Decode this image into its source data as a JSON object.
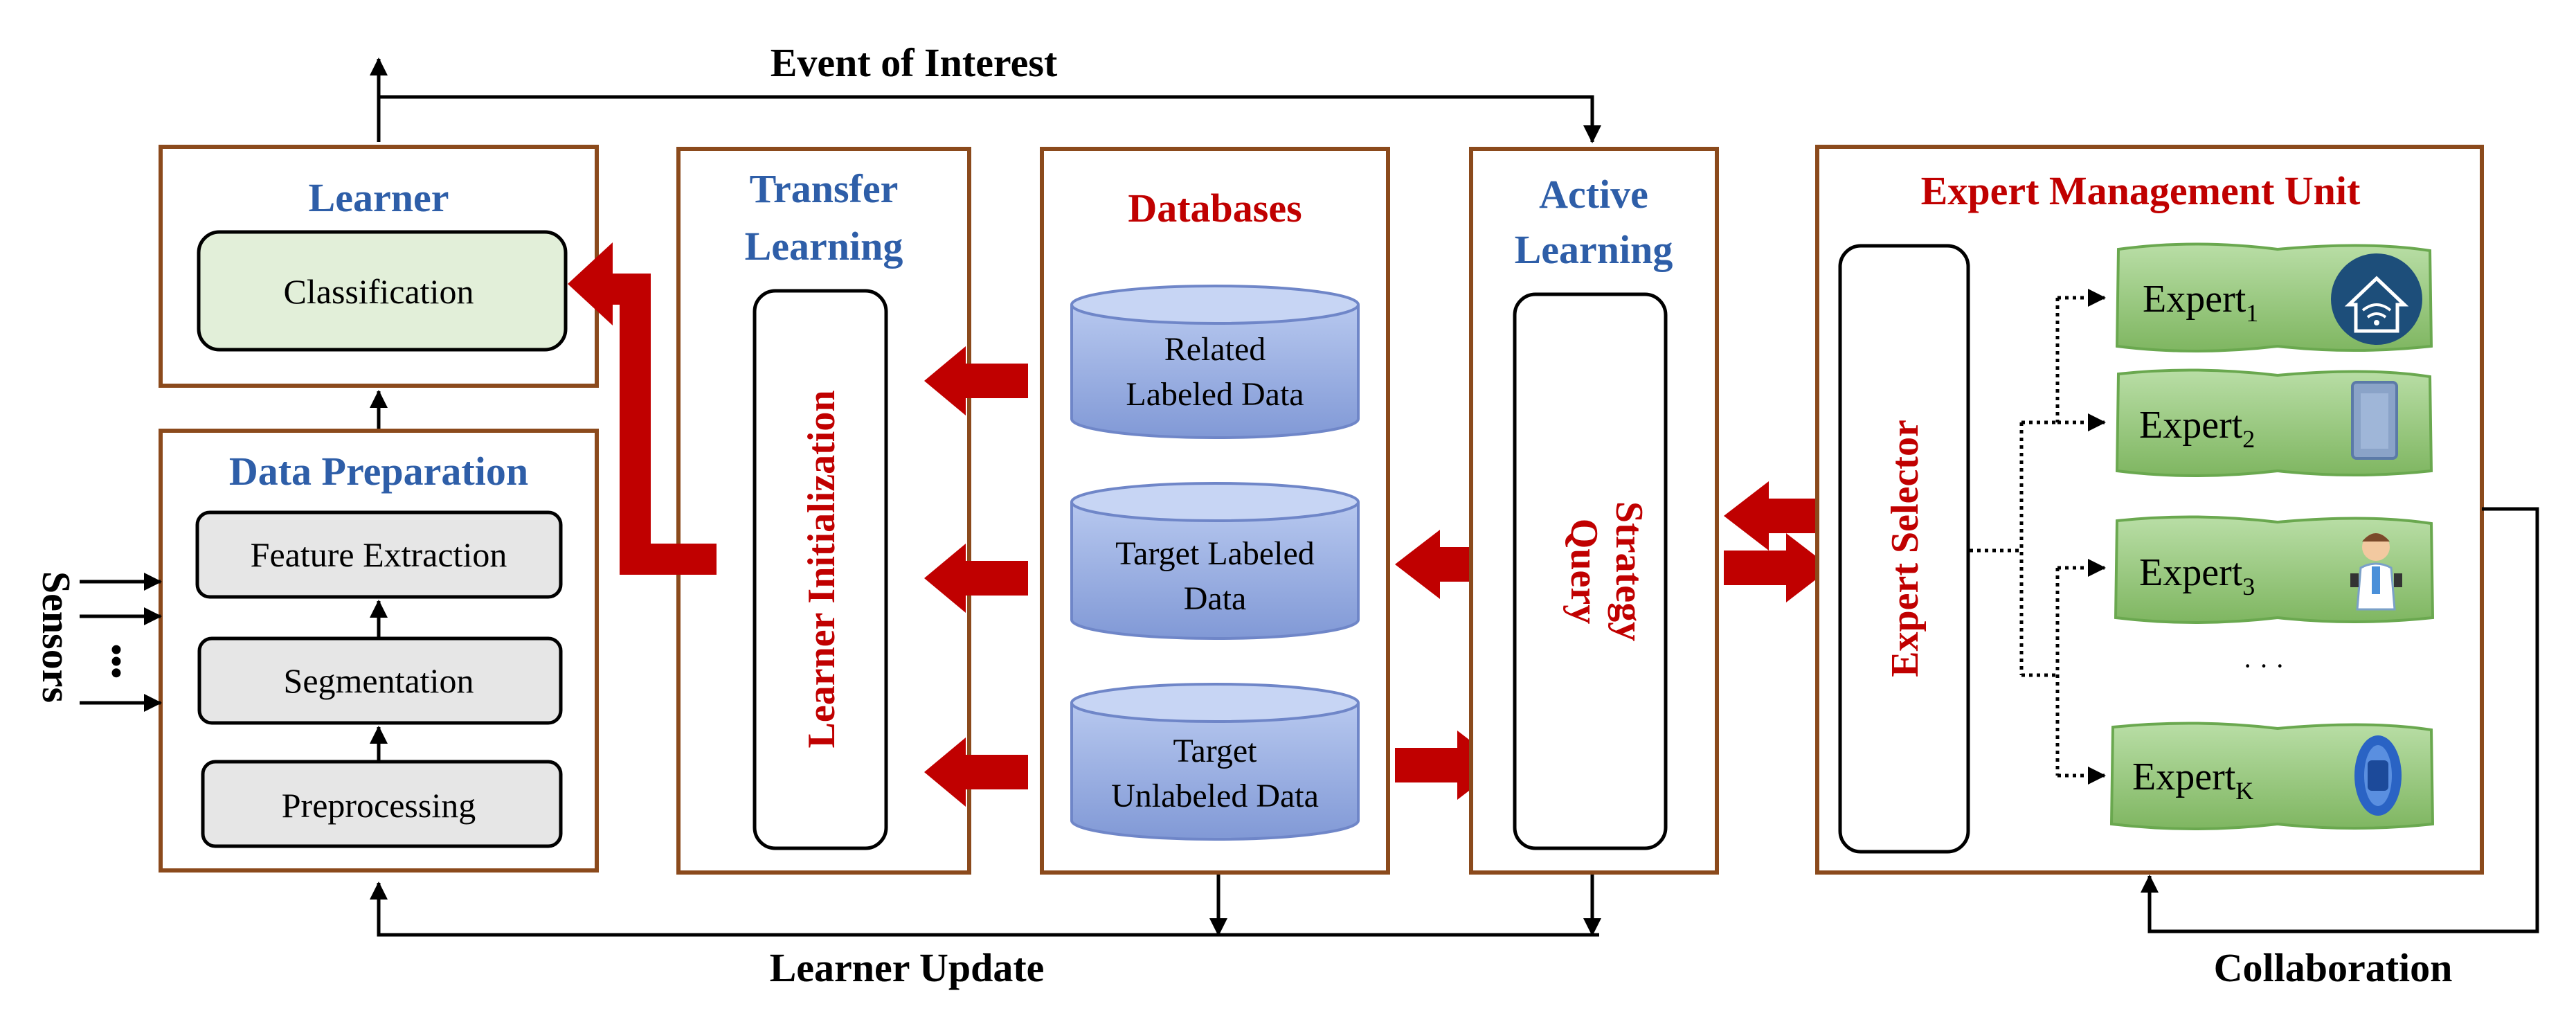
{
  "labels": {
    "event_of_interest": "Event of Interest",
    "learner_update": "Learner Update",
    "collaboration": "Collaboration",
    "sensors": "Sensors",
    "sensor_dots": "•••"
  },
  "learner": {
    "title": "Learner",
    "classification": "Classification"
  },
  "data_preparation": {
    "title": "Data Preparation",
    "steps": [
      "Feature Extraction",
      "Segmentation",
      "Preprocessing"
    ]
  },
  "transfer_learning": {
    "title_line1": "Transfer",
    "title_line2": "Learning",
    "component": "Learner Initialization"
  },
  "databases": {
    "title": "Databases",
    "items": [
      {
        "line1": "Related",
        "line2": "Labeled Data"
      },
      {
        "line1": "Target Labeled",
        "line2": "Data"
      },
      {
        "line1": "Target",
        "line2": "Unlabeled Data"
      }
    ]
  },
  "active_learning": {
    "title_line1": "Active",
    "title_line2": "Learning",
    "component_line1": "Query",
    "component_line2": "Strategy"
  },
  "expert_management": {
    "title": "Expert Management Unit",
    "selector": "Expert Selector",
    "ellipsis": "· · ·",
    "experts": [
      {
        "label": "Expert",
        "sub": "1",
        "icon": "smart-home-icon"
      },
      {
        "label": "Expert",
        "sub": "2",
        "icon": "tablet-icon"
      },
      {
        "label": "Expert",
        "sub": "3",
        "icon": "doctor-icon"
      },
      {
        "label": "Expert",
        "sub": "K",
        "icon": "fitness-band-icon"
      }
    ]
  },
  "colors": {
    "box_border": "#8b4a1c",
    "title_blue": "#2e5ea8",
    "title_red": "#c00000",
    "arrow_red": "#c00000",
    "db_fill": "#8fa9e0",
    "classification_fill": "#e2efd9",
    "step_fill": "#e6e6e6",
    "expert_fill": "#92c47a"
  }
}
